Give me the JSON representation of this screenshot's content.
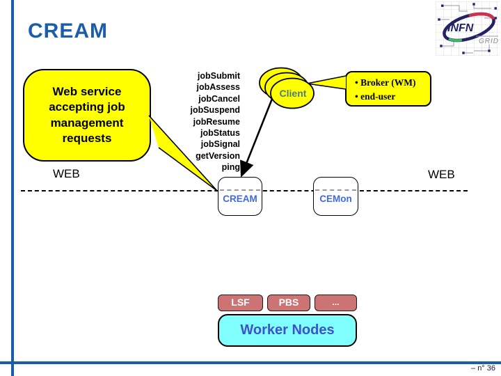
{
  "slide": {
    "title": "CREAM",
    "page_number": "–  n° 36"
  },
  "logo": {
    "infn": "INFN",
    "grid": "GRID"
  },
  "callout": {
    "text": "Web service accepting job management requests"
  },
  "operations": [
    "jobSubmit",
    "jobAssess",
    "jobCancel",
    "jobSuspend",
    "jobResume",
    "jobStatus",
    "jobSignal",
    "getVersion",
    "ping"
  ],
  "client": {
    "label": "Client"
  },
  "broker_note": {
    "items": [
      "• Broker (WM)",
      "• end-user"
    ]
  },
  "web_labels": {
    "left": "WEB",
    "right": "WEB"
  },
  "services": {
    "cream": "CREAM",
    "cemon": "CEMon"
  },
  "batch_systems": [
    "LSF",
    "PBS",
    "..."
  ],
  "worker_nodes": {
    "label": "Worker Nodes"
  },
  "colors": {
    "accent_blue": "#1A5EA8",
    "title_blue": "#1A5DA9",
    "bubble_yellow": "#FFFF00",
    "service_text_blue": "#4169E1",
    "batch_salmon": "#CC7373",
    "worker_cyan": "#80FFFF",
    "worker_text_blue": "#3D52CC",
    "client_text": "#4E7B8A"
  }
}
